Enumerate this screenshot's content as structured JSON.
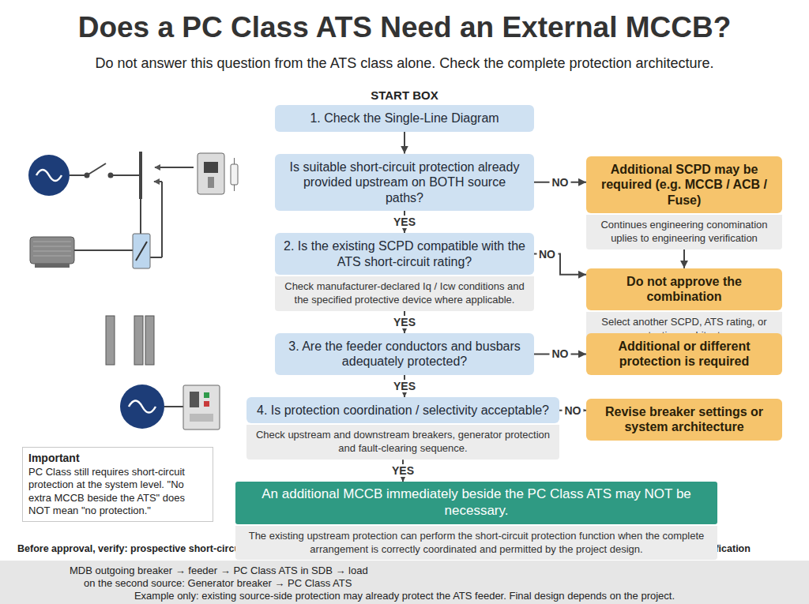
{
  "diagram": {
    "title": "Does a PC Class ATS Need an External MCCB?",
    "nodes": [
      {
        "text": [
          "START BOX",
          "1. Check the Single-Line Diagram"
        ]
      },
      {
        "text": [
          "Is suitable short-circuit protection already provided upstream on BOTH source paths?"
        ]
      },
      {
        "text": [
          "Additional SCPD may be required (e.g. MCCB / ACB / Fuse)",
          "Continues engineering conomination uplies to engineering verification"
        ]
      },
      {
        "text": [
          "2. Is the existing SCPD compatible with the ATS short-circuit rating?",
          "Check manufacturer-declared Iq / Icw conditions and the specified protective device where applicable."
        ]
      },
      {
        "text": [
          "Do not approve the combination",
          "Select another SCPD, ATS rating, or protection architecture"
        ]
      },
      {
        "text": [
          "3. Are the feeder conductors and busbars adequately protected?"
        ]
      },
      {
        "text": [
          "Additional or different protection is required"
        ]
      },
      {
        "text": [
          "4. Is protection coordination / selectivity acceptable?",
          "Check upstream and downstream breakers, generator protection and fault-clearing sequence."
        ]
      },
      {
        "text": [
          "Revise breaker settings or system architecture"
        ]
      },
      {
        "text": [
          "An additional MCCB immediately beside the PC Class ATS may NOT be necessary.",
          "The existing upstream protection can perform the short-circuit protection function when the complete arrangement is correctly coordinated and permitted by the project design."
        ]
      },
      {
        "text": [
          "Important",
          "PC Class still requires short-circuit protection at the system level. \"No extra MCCB beside the ATS\" does NOT mean \"no protection.\""
        ]
      }
    ],
    "edges": [
      {
        "from": 0,
        "to": 1,
        "arrow": "to"
      },
      {
        "from": 1,
        "to": 2,
        "label": "NO",
        "arrow": "to"
      },
      {
        "from": 1,
        "to": 3,
        "label": "YES",
        "arrow": "to"
      },
      {
        "from": 2,
        "to": 4,
        "arrow": "to"
      },
      {
        "from": 3,
        "to": 4,
        "label": "NO",
        "arrow": "to"
      },
      {
        "from": 3,
        "to": 5,
        "label": "YES",
        "arrow": "to"
      },
      {
        "from": 5,
        "to": 6,
        "label": "NO",
        "arrow": "to"
      },
      {
        "from": 5,
        "to": 7,
        "label": "YES",
        "arrow": "to"
      },
      {
        "from": 7,
        "to": 8,
        "label": "NO",
        "arrow": "to"
      },
      {
        "from": 7,
        "to": 9,
        "label": "YES",
        "arrow": "to"
      }
    ],
    "labels": [
      "Do not answer this question from the ATS class alone. Check the complete protection architecture.",
      "Before approval, verify: prospective short-circuit current • ATS Iq / Icw • exact SCPD • conductor protection • clearing time • selectivity • project specification",
      "MDB outgoing breaker → feeder → PC Class ATS in SDB → load",
      "on the second source: Generator breaker → PC Class ATS",
      "Example only: existing source-side protection may already protect the ATS feeder. Final design depends on the project."
    ]
  }
}
